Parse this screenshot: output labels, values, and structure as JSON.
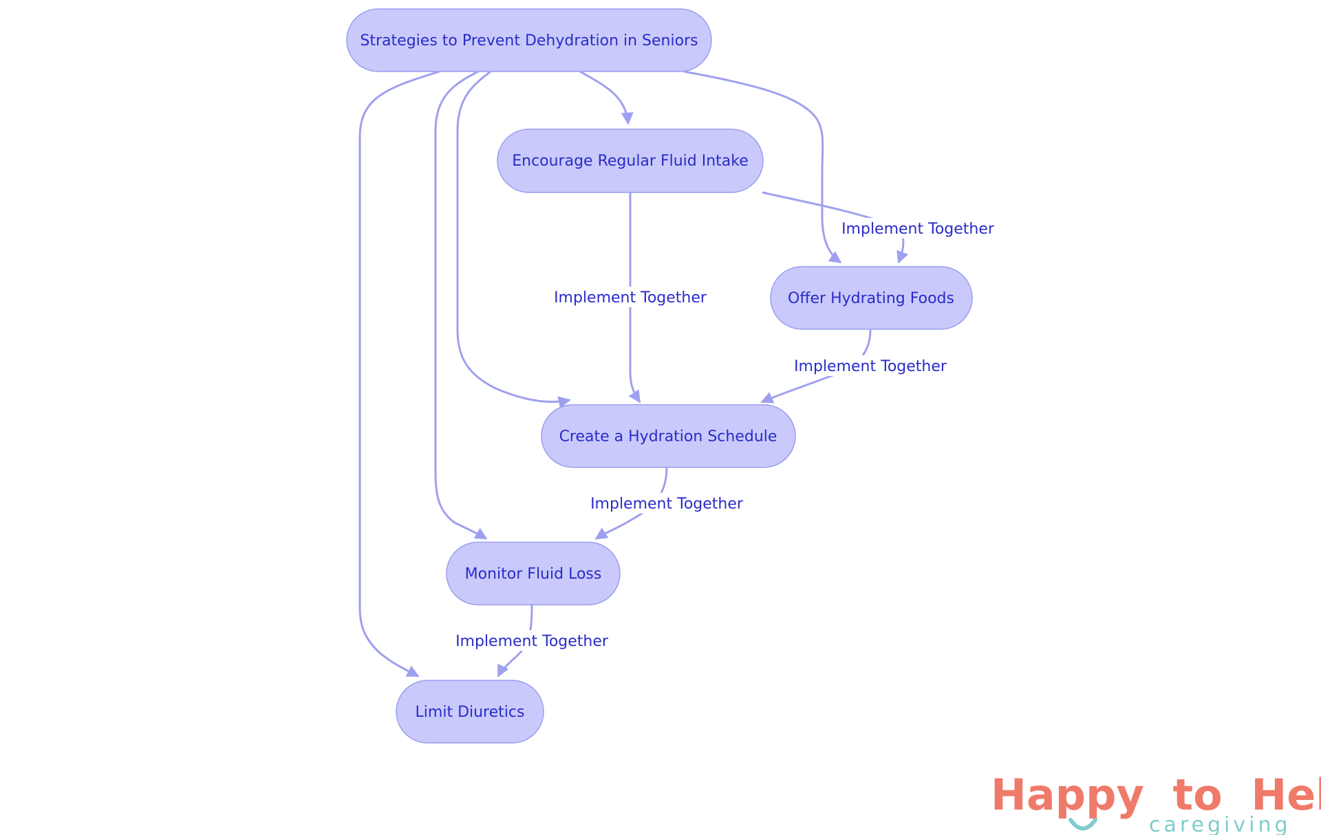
{
  "diagram": {
    "nodes": [
      {
        "id": "root",
        "label": "Strategies to Prevent Dehydration in Seniors"
      },
      {
        "id": "fluid",
        "label": "Encourage Regular Fluid Intake"
      },
      {
        "id": "foods",
        "label": "Offer Hydrating Foods"
      },
      {
        "id": "schedule",
        "label": "Create a Hydration Schedule"
      },
      {
        "id": "monitor",
        "label": "Monitor Fluid Loss"
      },
      {
        "id": "diuretics",
        "label": "Limit Diuretics"
      }
    ],
    "edges": [
      {
        "id": "e1",
        "from": "root",
        "to": "fluid",
        "label": ""
      },
      {
        "id": "e2",
        "from": "root",
        "to": "foods",
        "label": ""
      },
      {
        "id": "e3",
        "from": "root",
        "to": "schedule",
        "label": ""
      },
      {
        "id": "e4",
        "from": "root",
        "to": "monitor",
        "label": ""
      },
      {
        "id": "e5",
        "from": "root",
        "to": "diuretics",
        "label": ""
      },
      {
        "id": "e6",
        "from": "fluid",
        "to": "foods",
        "label": "Implement Together"
      },
      {
        "id": "e7",
        "from": "fluid",
        "to": "schedule",
        "label": "Implement Together"
      },
      {
        "id": "e8",
        "from": "foods",
        "to": "schedule",
        "label": "Implement Together"
      },
      {
        "id": "e9",
        "from": "schedule",
        "to": "monitor",
        "label": "Implement Together"
      },
      {
        "id": "e10",
        "from": "monitor",
        "to": "diuretics",
        "label": "Implement Together"
      }
    ]
  },
  "logo": {
    "word_happy": "Happy",
    "word_to": "to",
    "word_help": "Help",
    "tagline": "caregiving"
  },
  "colors": {
    "node_fill": "#c9cafb",
    "node_stroke": "#9a9cf0",
    "edge": "#9ea0ef",
    "text": "#2a2bc8",
    "logo_coral": "#f07a6a",
    "logo_teal": "#7ecccc"
  }
}
